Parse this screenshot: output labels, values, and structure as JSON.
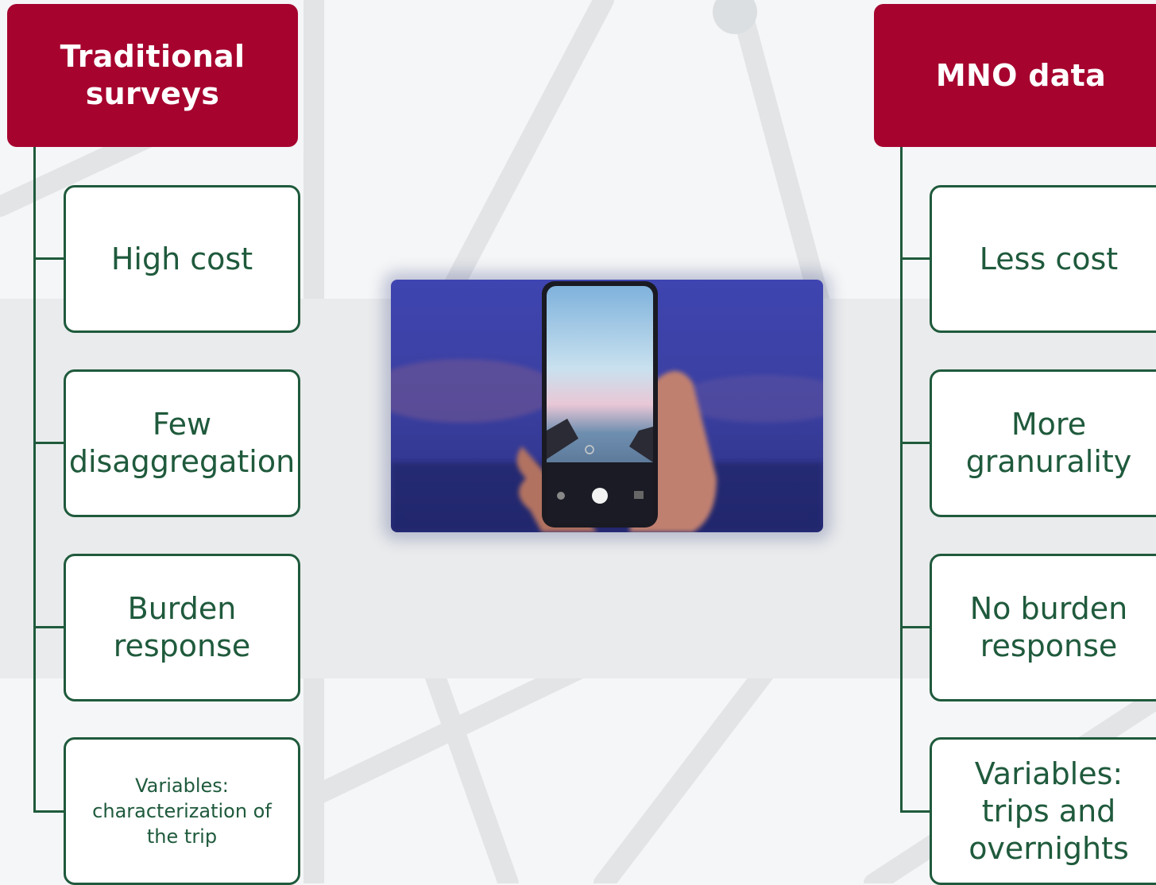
{
  "left": {
    "title": "Traditional surveys",
    "items": [
      "High cost",
      "Few disaggregation",
      "Burden response",
      "Variables: characterization of the trip"
    ]
  },
  "right": {
    "title": "MNO data",
    "items": [
      "Less cost",
      "More granurality",
      "No burden response",
      "Variables: trips and overnights"
    ]
  },
  "colors": {
    "header": "#a6032f",
    "line": "#1f5a3c",
    "text": "#1f5a3c"
  },
  "image": {
    "subject": "hand-holding-smartphone-photo"
  }
}
